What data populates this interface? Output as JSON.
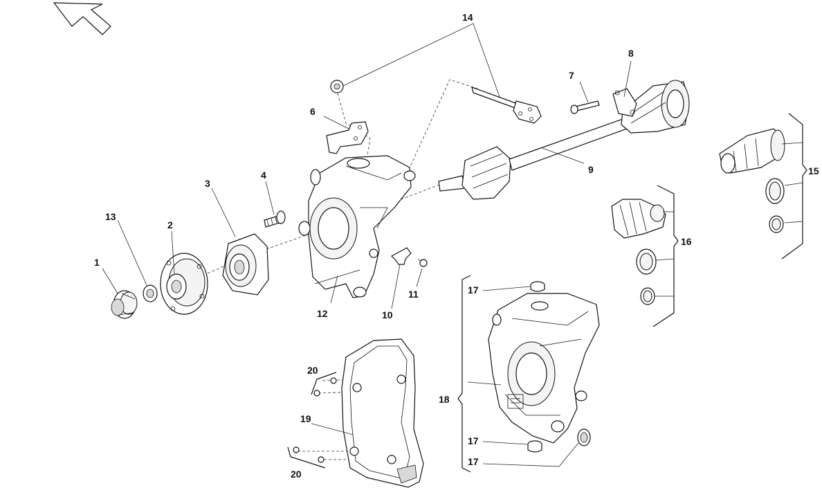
{
  "callouts": {
    "c1": "1",
    "c2": "2",
    "c3": "3",
    "c4": "4",
    "c6": "6",
    "c7": "7",
    "c8": "8",
    "c9": "9",
    "c10": "10",
    "c11": "11",
    "c12": "12",
    "c13": "13",
    "c14": "14",
    "c15": "15",
    "c16": "16",
    "c17a": "17",
    "c17b": "17",
    "c17c": "17",
    "c18": "18",
    "c19": "19",
    "c20a": "20",
    "c20b": "20"
  },
  "icons": {
    "direction_arrow": "arrow-up-left-icon"
  }
}
